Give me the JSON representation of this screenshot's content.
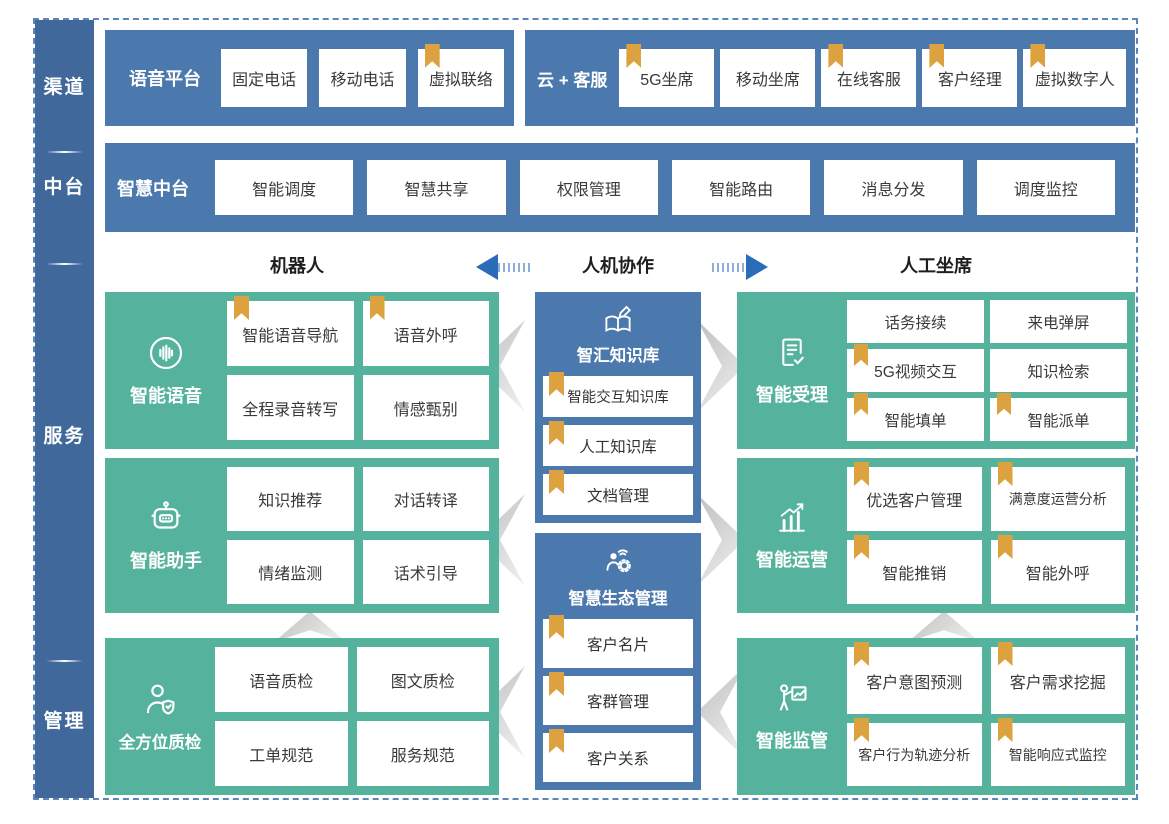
{
  "colors": {
    "blue_box": "#4b79ad",
    "sidebar_blue": "#40689a",
    "green_block": "#55b29d",
    "bookmark_gold": "#dca23f",
    "arrow_blue": "#2b6cb8",
    "chevron_gray": "#c9c9c9",
    "dashed_border": "#5a87b8"
  },
  "sidebar": {
    "items": [
      {
        "label": "渠道"
      },
      {
        "label": "中台"
      },
      {
        "label": "服务"
      },
      {
        "label": "管理"
      }
    ]
  },
  "channels": {
    "voice_platform": {
      "title": "语音平台",
      "items": [
        {
          "label": "固定电话",
          "bookmark": false
        },
        {
          "label": "移动电话",
          "bookmark": false
        },
        {
          "label": "虚拟联络",
          "bookmark": true
        }
      ]
    },
    "cloud_service": {
      "title": "云 + 客服",
      "items": [
        {
          "label": "5G坐席",
          "bookmark": true
        },
        {
          "label": "移动坐席",
          "bookmark": false
        },
        {
          "label": "在线客服",
          "bookmark": true
        },
        {
          "label": "客户经理",
          "bookmark": true
        },
        {
          "label": "虚拟数字人",
          "bookmark": true
        }
      ]
    }
  },
  "midplatform": {
    "title": "智慧中台",
    "items": [
      {
        "label": "智能调度"
      },
      {
        "label": "智慧共享"
      },
      {
        "label": "权限管理"
      },
      {
        "label": "智能路由"
      },
      {
        "label": "消息分发"
      },
      {
        "label": "调度监控"
      }
    ]
  },
  "collab_header": {
    "left": "机器人",
    "center": "人机协作",
    "right": "人工坐席"
  },
  "robot_column": [
    {
      "title": "智能语音",
      "icon": "voice-wave-icon",
      "items": [
        {
          "label": "智能语音导航",
          "bookmark": true
        },
        {
          "label": "语音外呼",
          "bookmark": true
        },
        {
          "label": "全程录音转写",
          "bookmark": false
        },
        {
          "label": "情感甄别",
          "bookmark": false
        }
      ]
    },
    {
      "title": "智能助手",
      "icon": "robot-icon",
      "items": [
        {
          "label": "知识推荐",
          "bookmark": false
        },
        {
          "label": "对话转译",
          "bookmark": false
        },
        {
          "label": "情绪监测",
          "bookmark": false
        },
        {
          "label": "话术引导",
          "bookmark": false
        }
      ]
    },
    {
      "title": "全方位质检",
      "icon": "quality-inspector-icon",
      "items": [
        {
          "label": "语音质检",
          "bookmark": false
        },
        {
          "label": "图文质检",
          "bookmark": false
        },
        {
          "label": "工单规范",
          "bookmark": false
        },
        {
          "label": "服务规范",
          "bookmark": false
        }
      ]
    }
  ],
  "collab_column": [
    {
      "title": "智汇知识库",
      "icon": "knowledge-book-icon",
      "items": [
        {
          "label": "智能交互知识库",
          "bookmark": true
        },
        {
          "label": "人工知识库",
          "bookmark": true
        },
        {
          "label": "文档管理",
          "bookmark": true
        }
      ]
    },
    {
      "title": "智慧生态管理",
      "icon": "ecosystem-person-gear-icon",
      "items": [
        {
          "label": "客户名片",
          "bookmark": true
        },
        {
          "label": "客群管理",
          "bookmark": true
        },
        {
          "label": "客户关系",
          "bookmark": true
        }
      ]
    }
  ],
  "agent_column": [
    {
      "title": "智能受理",
      "icon": "document-check-icon",
      "items": [
        {
          "label": "话务接续",
          "bookmark": false
        },
        {
          "label": "来电弹屏",
          "bookmark": false
        },
        {
          "label": "5G视频交互",
          "bookmark": true
        },
        {
          "label": "知识检索",
          "bookmark": false
        },
        {
          "label": "智能填单",
          "bookmark": true
        },
        {
          "label": "智能派单",
          "bookmark": true
        }
      ]
    },
    {
      "title": "智能运营",
      "icon": "growth-chart-icon",
      "items": [
        {
          "label": "优选客户管理",
          "bookmark": true
        },
        {
          "label": "满意度运营分析",
          "bookmark": true
        },
        {
          "label": "智能推销",
          "bookmark": true
        },
        {
          "label": "智能外呼",
          "bookmark": true
        }
      ]
    },
    {
      "title": "智能监管",
      "icon": "supervision-icon",
      "items": [
        {
          "label": "客户意图预测",
          "bookmark": true
        },
        {
          "label": "客户需求挖掘",
          "bookmark": true
        },
        {
          "label": "客户行为轨迹分析",
          "bookmark": true
        },
        {
          "label": "智能响应式监控",
          "bookmark": true
        }
      ]
    }
  ]
}
